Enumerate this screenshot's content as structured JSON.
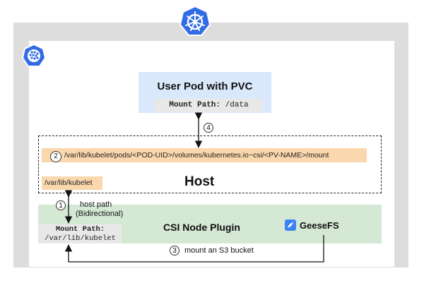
{
  "pod": {
    "title": "User Pod with PVC",
    "mount_key": "Mount Path:",
    "mount_value": "/data"
  },
  "host": {
    "label": "Host",
    "path": "/var/lib/kubelet/pods/<POD-UID>/volumes/kubernetes.io~csi/<PV-NAME>/mount",
    "kubelet_dir": "/var/lib/kubelet"
  },
  "csi": {
    "label": "CSI Node Plugin",
    "mount_key": "Mount Path:",
    "mount_value": "/var/lib/kubelet",
    "host_path_line1": "host path",
    "host_path_line2": "(Bidirectional)",
    "geesefs_label": "GeeseFS"
  },
  "steps": {
    "one": "1",
    "two": "2",
    "three": "3",
    "four": "4",
    "three_text": "mount an S3 bucket"
  },
  "icons": [
    "kubernetes-helm-icon",
    "openebs-icon",
    "geesefs-icon"
  ],
  "colors": {
    "outer": "#dddddd",
    "pod": "#dae8fc",
    "path": "#fad7ac",
    "csi": "#d5e8d4",
    "k8s_blue": "#326ce5"
  }
}
